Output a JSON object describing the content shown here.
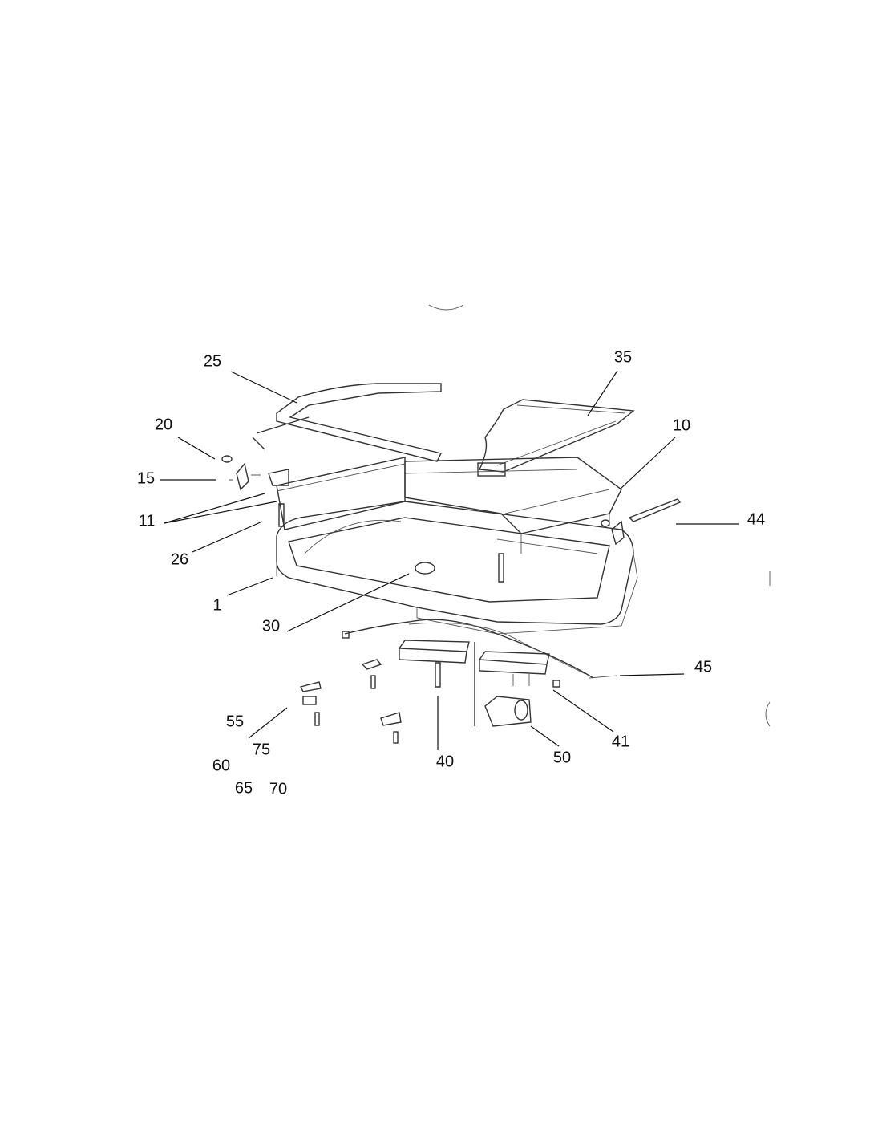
{
  "diagram": {
    "type": "exploded-parts-view",
    "callouts": [
      {
        "id": "25"
      },
      {
        "id": "35"
      },
      {
        "id": "20"
      },
      {
        "id": "10"
      },
      {
        "id": "15"
      },
      {
        "id": "11"
      },
      {
        "id": "44"
      },
      {
        "id": "26"
      },
      {
        "id": "1"
      },
      {
        "id": "30"
      },
      {
        "id": "45"
      },
      {
        "id": "55"
      },
      {
        "id": "75"
      },
      {
        "id": "60"
      },
      {
        "id": "65"
      },
      {
        "id": "70"
      },
      {
        "id": "40"
      },
      {
        "id": "50"
      },
      {
        "id": "41"
      }
    ]
  }
}
